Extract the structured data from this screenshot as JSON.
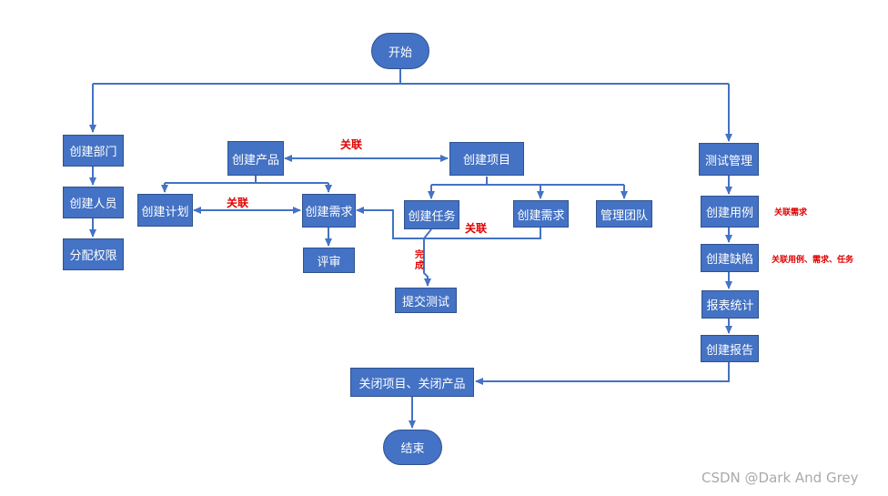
{
  "nodes": {
    "start": "开始",
    "create_dept": "创建部门",
    "create_staff": "创建人员",
    "assign_perm": "分配权限",
    "create_product": "创建产品",
    "create_plan": "创建计划",
    "create_req_product": "创建需求",
    "review": "评审",
    "create_project": "创建项目",
    "create_task": "创建任务",
    "create_req_project": "创建需求",
    "manage_team": "管理团队",
    "submit_test": "提交测试",
    "test_mgmt": "测试管理",
    "create_case": "创建用例",
    "create_bug": "创建缺陷",
    "report_stats": "报表统计",
    "create_report": "创建报告",
    "close": "关闭项目、关闭产品",
    "end": "结束"
  },
  "labels": {
    "link_product_project": "关联",
    "link_plan_req": "关联",
    "link_task_req": "关联",
    "done": "完成",
    "link_req": "关联需求",
    "link_case_req_task": "关联用例、需求、任务"
  },
  "watermark": "CSDN @Dark And Grey",
  "colors": {
    "node_fill": "#4472c4",
    "node_border": "#2f528f",
    "connector": "#4472c4",
    "label": "#e00000"
  }
}
